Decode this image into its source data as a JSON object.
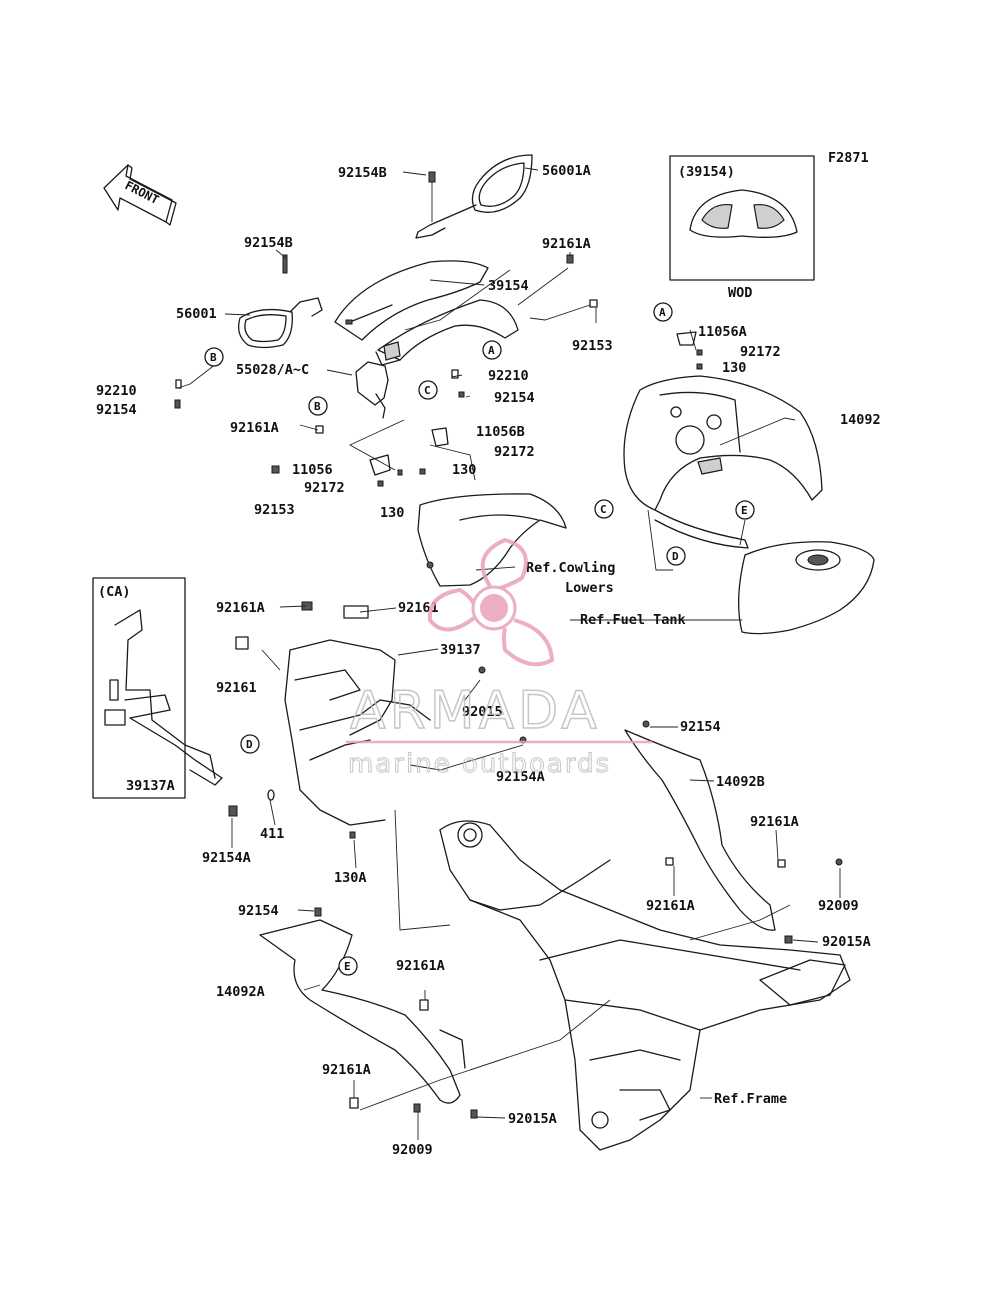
{
  "figure_id": "F2871",
  "front_arrow_label": "FRONT",
  "inset_top": {
    "title": "(39154)",
    "caption": "WOD"
  },
  "inset_left": {
    "title": "(CA)",
    "caption": "39137A"
  },
  "callout_letters": [
    "A",
    "B",
    "C",
    "D",
    "E"
  ],
  "part_labels": {
    "p92154B_top": "92154B",
    "p56001A": "56001A",
    "p92154B_left": "92154B",
    "p92161A_top": "92161A",
    "p39154": "39154",
    "p56001": "56001",
    "p92153_right": "92153",
    "p11056A": "11056A",
    "p92172_top": "92172",
    "p130_top": "130",
    "p55028": "55028/A~C",
    "p92210_right": "92210",
    "p92210_left": "92210",
    "p92154_left": "92154",
    "p92154_mid": "92154",
    "p92161A_left": "92161A",
    "p11056B": "11056B",
    "p14092": "14092",
    "p92172_mid": "92172",
    "p11056": "11056",
    "p130_mid": "130",
    "p92172_left": "92172",
    "p92153_left": "92153",
    "p130_low": "130",
    "p92161A_frame": "92161A",
    "p92161_a": "92161",
    "p39137": "39137",
    "p92161_b": "92161",
    "p92015": "92015",
    "p92154_right": "92154",
    "p92154A_mid": "92154A",
    "p14092B": "14092B",
    "p411": "411",
    "p92154A_left": "92154A",
    "p130A": "130A",
    "p92161A_r1": "92161A",
    "p92161A_r2": "92161A",
    "p92009_right": "92009",
    "p92015A_right": "92015A",
    "p92154_low": "92154",
    "p92161A_low": "92161A",
    "p14092A": "14092A",
    "p92161A_bottom": "92161A",
    "p92015A_bottom": "92015A",
    "p92009_bottom": "92009"
  },
  "references": {
    "cowling_lowers_1": "Ref.Cowling",
    "cowling_lowers_2": "Lowers",
    "fuel_tank": "Ref.Fuel Tank",
    "frame": "Ref.Frame"
  },
  "watermark": {
    "brand": "ARMADA",
    "tagline": "marine outboards",
    "color": "#e8a0b8"
  }
}
